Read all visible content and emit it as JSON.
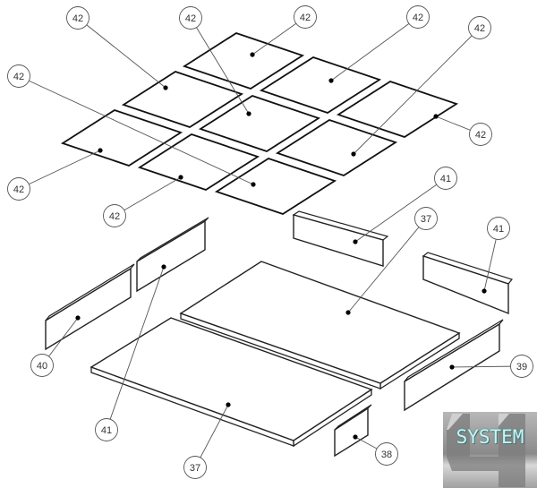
{
  "diagram": {
    "tile_callouts": [
      "42",
      "42",
      "42",
      "42",
      "42",
      "42",
      "42",
      "42",
      "42"
    ],
    "part_callouts": [
      "41",
      "41",
      "37",
      "39",
      "40",
      "41",
      "37",
      "38"
    ]
  },
  "logo": {
    "word": "SYSTEM",
    "numeral": "4"
  }
}
